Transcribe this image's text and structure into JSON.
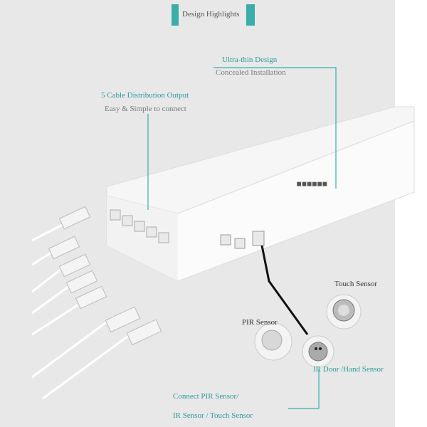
{
  "header": {
    "title": "Design Highlights"
  },
  "callouts": {
    "ultra_thin": {
      "title": "Ultra-thin Design",
      "subtitle": "Concealed Installation"
    },
    "cable": {
      "title": "5 Cable Distribution Output",
      "subtitle": "Easy & Simple to connect"
    },
    "touch": "Touch Sensor",
    "pir": "PIR Sensor",
    "ir": "IR Door /Hand  Sensor",
    "connect_line1": "Connect PIR Sensor/",
    "connect_line2": "IR Sensor / Touch Sensor"
  },
  "colors": {
    "accent": "#3aadaa",
    "background": "#e8e8e8"
  }
}
